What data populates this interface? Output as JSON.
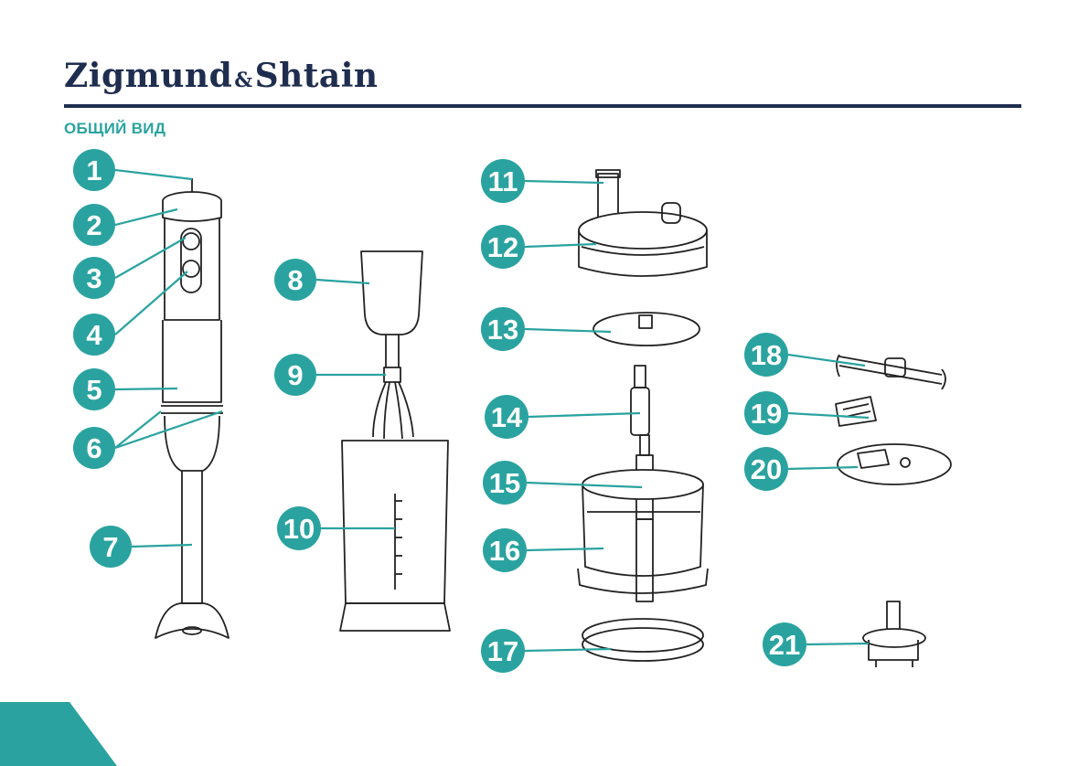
{
  "brand": {
    "part1": "Zigmund",
    "amp": "&",
    "part2": "Shtain"
  },
  "section_title": "ОБЩИЙ ВИД",
  "colors": {
    "teal": "#2aa3a0",
    "navy": "#1f2d4f",
    "line": "#222222"
  },
  "callouts": [
    {
      "n": "1"
    },
    {
      "n": "2"
    },
    {
      "n": "3"
    },
    {
      "n": "4"
    },
    {
      "n": "5"
    },
    {
      "n": "6"
    },
    {
      "n": "7"
    },
    {
      "n": "8"
    },
    {
      "n": "9"
    },
    {
      "n": "10"
    },
    {
      "n": "11"
    },
    {
      "n": "12"
    },
    {
      "n": "13"
    },
    {
      "n": "14"
    },
    {
      "n": "15"
    },
    {
      "n": "16"
    },
    {
      "n": "17"
    },
    {
      "n": "18"
    },
    {
      "n": "19"
    },
    {
      "n": "20"
    },
    {
      "n": "21"
    }
  ]
}
